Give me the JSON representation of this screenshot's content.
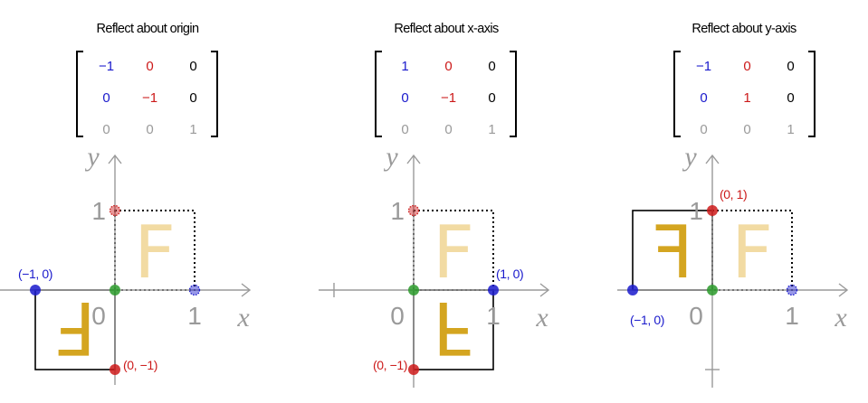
{
  "colors": {
    "blue": "#1a1acc",
    "red": "#cc1a1a",
    "green": "#2a9a2a",
    "gray": "#9a9a9a",
    "f_light": "#f2dba3",
    "f_dark": "#d4a520"
  },
  "axis_labels": {
    "x": "x",
    "y": "y",
    "zero": "0",
    "one": "1"
  },
  "glyph": "F",
  "panels": [
    {
      "title": "Reflect about origin",
      "matrix": [
        [
          "−1",
          "0",
          "0"
        ],
        [
          "0",
          "−1",
          "0"
        ],
        [
          "0",
          "0",
          "1"
        ]
      ],
      "labels": {
        "blue": "(−1, 0)",
        "red": "(0, −1)"
      }
    },
    {
      "title": "Reflect about x-axis",
      "matrix": [
        [
          "1",
          "0",
          "0"
        ],
        [
          "0",
          "−1",
          "0"
        ],
        [
          "0",
          "0",
          "1"
        ]
      ],
      "labels": {
        "blue": "(1, 0)",
        "red": "(0, −1)"
      }
    },
    {
      "title": "Reflect about y-axis",
      "matrix": [
        [
          "−1",
          "0",
          "0"
        ],
        [
          "0",
          "1",
          "0"
        ],
        [
          "0",
          "0",
          "1"
        ]
      ],
      "labels": {
        "blue": "(−1, 0)",
        "red": "(0, 1)"
      }
    }
  ]
}
